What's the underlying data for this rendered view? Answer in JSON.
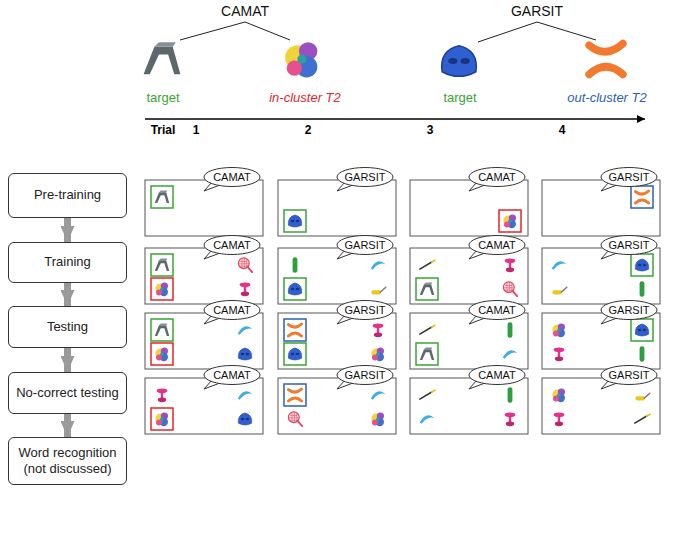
{
  "diagram": {
    "nodes": [
      {
        "text": [
          "Pre-training"
        ]
      },
      {
        "text": [
          "CAMAT"
        ]
      },
      {
        "text": [
          "GARSIT"
        ]
      },
      {
        "text": [
          "CAMAT"
        ]
      },
      {
        "text": [
          "GARSIT"
        ]
      },
      {
        "text": [
          "Training"
        ]
      },
      {
        "text": [
          "CAMAT"
        ]
      },
      {
        "text": [
          "GARSIT"
        ]
      },
      {
        "text": [
          "CAMAT"
        ]
      },
      {
        "text": [
          "GARSIT"
        ]
      },
      {
        "text": [
          "Testing"
        ]
      },
      {
        "text": [
          "CAMAT"
        ]
      },
      {
        "text": [
          "GARSIT"
        ]
      },
      {
        "text": [
          "CAMAT"
        ]
      },
      {
        "text": [
          "GARSIT"
        ]
      },
      {
        "text": [
          "No-correct testing"
        ]
      },
      {
        "text": [
          "CAMAT"
        ]
      },
      {
        "text": [
          "GARSIT"
        ]
      },
      {
        "text": [
          "CAMAT"
        ]
      },
      {
        "text": [
          "GARSIT"
        ]
      },
      {
        "text": [
          "Word recognition (not discussed)"
        ]
      }
    ],
    "edges": [
      {
        "from": 0,
        "to": 5,
        "arrow": "to"
      },
      {
        "from": 5,
        "to": 10,
        "arrow": "to"
      },
      {
        "from": 10,
        "to": 15,
        "arrow": "to"
      },
      {
        "from": 15,
        "to": 20,
        "arrow": "to"
      }
    ],
    "labels": [
      "CAMAT",
      "GARSIT",
      "target",
      "in-cluster T2",
      "target",
      "out-cluster T2",
      "Trial",
      "1",
      "2",
      "3",
      "4"
    ]
  }
}
